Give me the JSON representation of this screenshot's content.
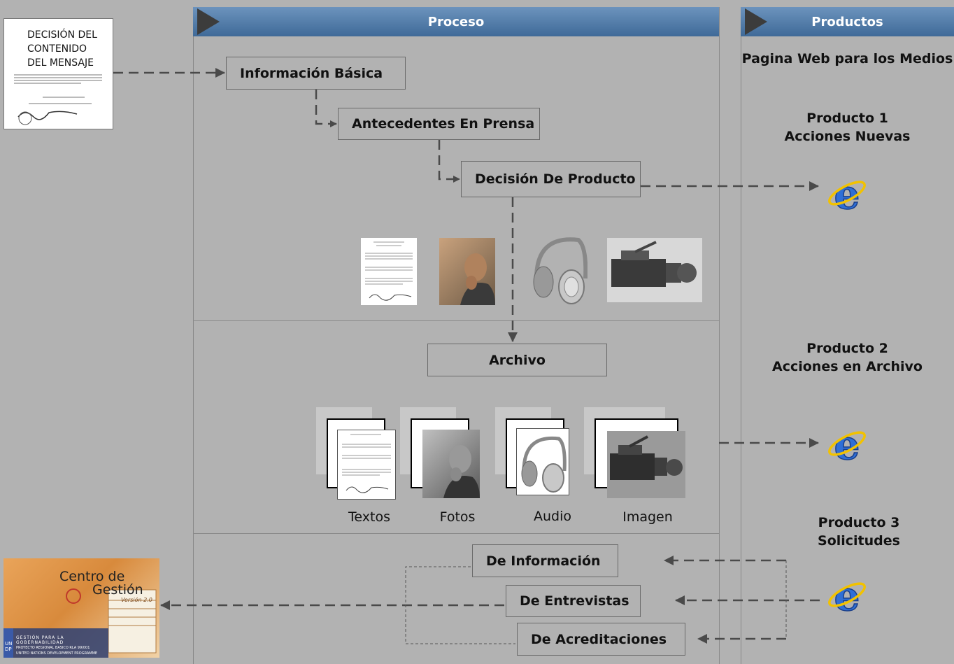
{
  "headers": {
    "process": "Proceso",
    "products": "Productos"
  },
  "decision_doc": {
    "title_lines": [
      "DECISIÓN DEL",
      "CONTENIDO",
      "DEL MENSAJE"
    ]
  },
  "process_boxes": {
    "info_basica": "Información Básica",
    "antecedentes": "Antecedentes En Prensa",
    "decision_producto": "Decisión De Producto",
    "archivo": "Archivo"
  },
  "archive_captions": [
    "Textos",
    "Fotos",
    "Audio",
    "Imagen"
  ],
  "request_boxes": {
    "informacion": "De Información",
    "entrevistas": "De Entrevistas",
    "acreditaciones": "De Acreditaciones"
  },
  "products": {
    "subtitle": "Pagina Web para los Medios",
    "p1": [
      "Producto 1",
      "Acciones Nuevas"
    ],
    "p2": [
      "Producto 2",
      "Acciones en Archivo"
    ],
    "p3": [
      "Producto 3",
      "Solicitudes"
    ]
  },
  "centro_logo": {
    "title1": "Centro de",
    "title2": "Gestión",
    "version": "Versión 2.0",
    "footer1": "GESTIÓN PARA LA GOBERNABILIDAD",
    "footer2": "PROYECTO REGIONAL BASICO RLA 99/001",
    "footer3": "UNITED NATIONS DEVELOPMENT PROGRAMME",
    "undp": "UNDP"
  },
  "colors": {
    "header_top": "#6c93bd",
    "header_bottom": "#3f6a98",
    "background": "#b2b2b2",
    "arrow": "#4a4a4a"
  }
}
